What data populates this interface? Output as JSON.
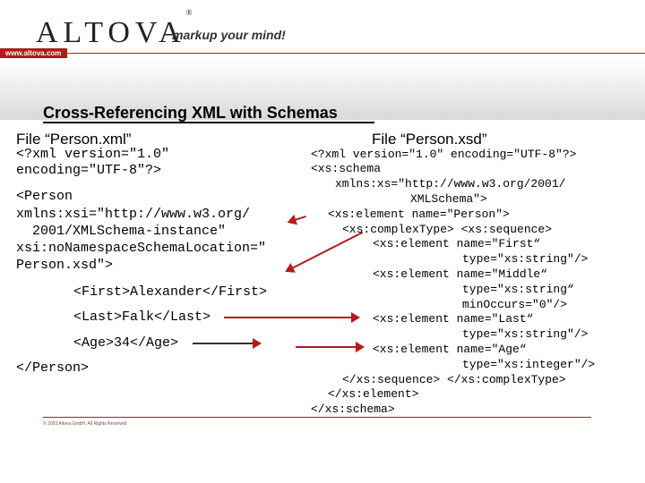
{
  "header": {
    "logo_text": "ALTOVA",
    "logo_mark": "®",
    "tagline": "markup your mind!",
    "url": "www.altova.com"
  },
  "slide": {
    "title": "Cross-Referencing XML with Schemas",
    "left_heading": "File “Person.xml”",
    "right_heading": "File “Person.xsd”"
  },
  "xml_lines": [
    "<?xml version=\"1.0\"",
    "encoding=\"UTF-8\"?>",
    "<Person",
    "xmlns:xsi=\"http://www.w3.org/",
    "  2001/XMLSchema-instance\"",
    "xsi:noNamespaceSchemaLocation=\"",
    "Person.xsd\">",
    "<First>Alexander</First>",
    "<Last>Falk</Last>",
    "<Age>34</Age>",
    "</Person>"
  ],
  "xsd_lines": [
    "<?xml version=\"1.0\" encoding=\"UTF-8\"?>",
    "<xs:schema",
    "xmlns:xs=\"http://www.w3.org/2001/",
    "XMLSchema\">",
    "<xs:element name=\"Person\">",
    "<xs:complexType> <xs:sequence>",
    "<xs:element name=\"First“",
    "type=\"xs:string\"/>",
    "<xs:element name=\"Middle“",
    "type=\"xs:string“",
    "minOccurs=\"0\"/>",
    "<xs:element name=\"Last“",
    "type=\"xs:string\"/>",
    "<xs:element name=\"Age“",
    "type=\"xs:integer\"/>",
    "</xs:sequence> </xs:complexType>",
    "</xs:element>",
    "</xs:schema>"
  ],
  "footer": {
    "copyright": "© 2003 Altova GmbH. All Rights Reserved"
  }
}
